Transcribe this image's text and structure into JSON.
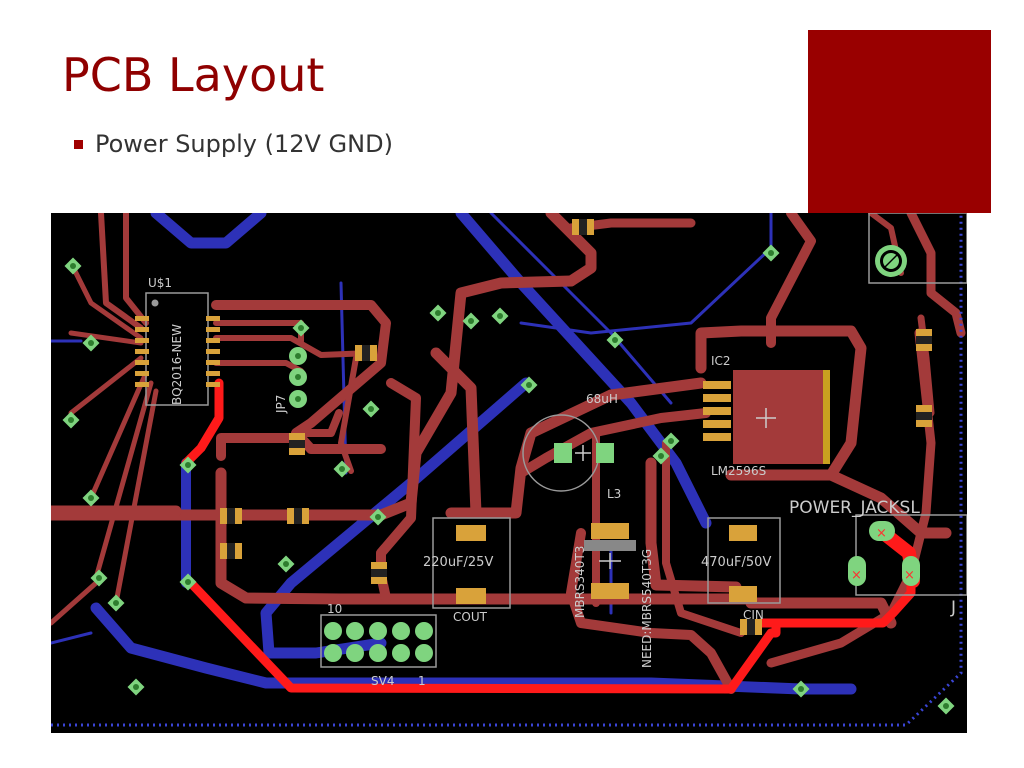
{
  "slide": {
    "title": "PCB Layout",
    "bullet": "Power Supply (12V GND)"
  },
  "colors": {
    "title": "#8f0000",
    "accent_block": "#990000",
    "board_background": "#000000",
    "top_trace": "#a33a3a",
    "bottom_trace": "#2d31b8",
    "highlight_trace": "#ff1a1a",
    "pad": "#d9a23a",
    "via": "#7fd47f"
  },
  "pcb": {
    "labels": {
      "u1_ref": "U$1",
      "u1_value": "BQ2016-NEW",
      "jp7": "JP7",
      "ic2_ref": "IC2",
      "ic2_value": "LM2596S",
      "inductor_value": "68uH",
      "inductor_ref": "L3",
      "cout_value": "220uF/25V",
      "cout_ref": "COUT",
      "cin_value": "470uF/50V",
      "cin_ref": "CIN",
      "diode1": "MBRS340T3",
      "diode2": "NEED:MBRS540T3G",
      "power_jack": "POWER_JACKSL",
      "jack_ref": "J",
      "header_ref": "SV4",
      "header_pin10": "10",
      "header_pin1": "1"
    }
  }
}
